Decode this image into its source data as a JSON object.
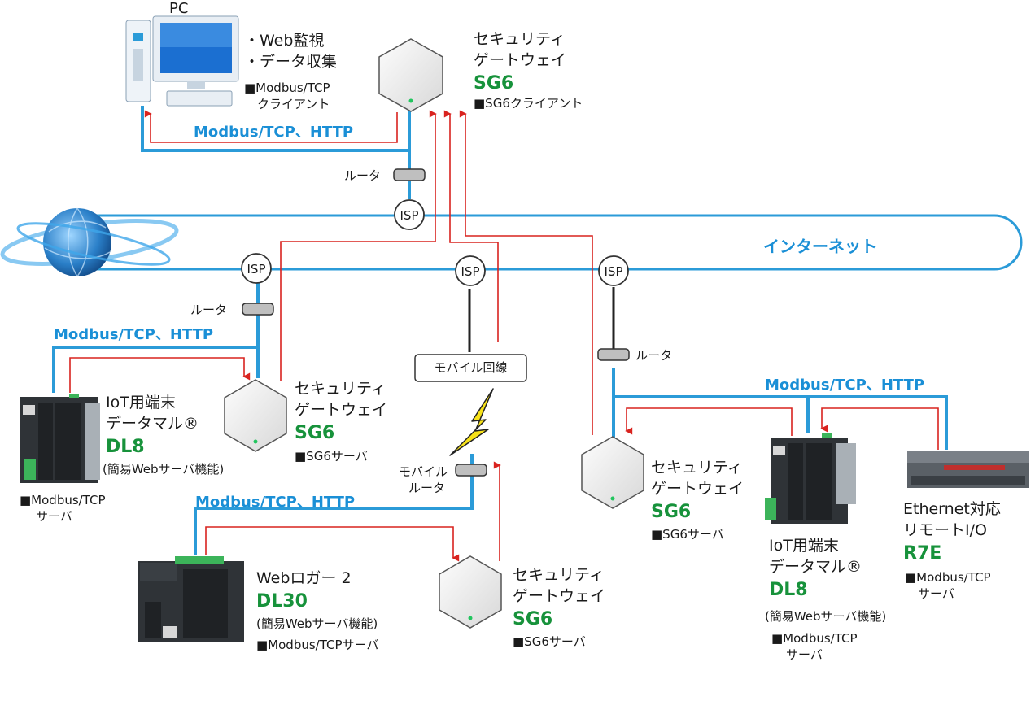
{
  "internet_label": "インターネット",
  "isp_label": "ISP",
  "pc": {
    "title": "PC",
    "uses": [
      "・Web監視",
      "・データ収集"
    ],
    "role": [
      "■Modbus/TCP",
      "クライアント"
    ],
    "link": "Modbus/TCP、HTTP"
  },
  "sg_top": {
    "name": [
      "セキュリティ",
      "ゲートウェイ"
    ],
    "code": "SG6",
    "role": "■SG6クライアント"
  },
  "router_top": "ルータ",
  "router_left": "ルータ",
  "router_right": "ルータ",
  "mobile": {
    "line": "モバイル回線",
    "router": [
      "モバイル",
      "ルータ"
    ]
  },
  "left_site": {
    "link": "Modbus/TCP、HTTP",
    "device_name": [
      "IoT用端末",
      "データマル®"
    ],
    "device_code": "DL8",
    "device_note": "(簡易Webサーバ機能)",
    "device_role": [
      "■Modbus/TCP",
      "サーバ"
    ],
    "sg_name": [
      "セキュリティ",
      "ゲートウェイ"
    ],
    "sg_code": "SG6",
    "sg_role": "■SG6サーバ"
  },
  "bottom_site": {
    "link": "Modbus/TCP、HTTP",
    "device_name": "Webロガー 2",
    "device_code": "DL30",
    "device_note": "(簡易Webサーバ機能)",
    "device_role": "■Modbus/TCPサーバ",
    "sg_name": [
      "セキュリティ",
      "ゲートウェイ"
    ],
    "sg_code": "SG6",
    "sg_role": "■SG6サーバ"
  },
  "right_site": {
    "link": "Modbus/TCP、HTTP",
    "sg_name": [
      "セキュリティ",
      "ゲートウェイ"
    ],
    "sg_code": "SG6",
    "sg_role": "■SG6サーバ",
    "device_name": [
      "IoT用端末",
      "データマル®"
    ],
    "device_code": "DL8",
    "device_note": "(簡易Webサーバ機能)",
    "device_role": [
      "■Modbus/TCP",
      "サーバ"
    ],
    "io_name": [
      "Ethernet対応",
      "リモートI/O"
    ],
    "io_code": "R7E",
    "io_role": [
      "■Modbus/TCP",
      "サーバ"
    ]
  },
  "colors": {
    "blue_line": "#2b9bd8",
    "red_line": "#d9231f",
    "green_code": "#17923b"
  }
}
